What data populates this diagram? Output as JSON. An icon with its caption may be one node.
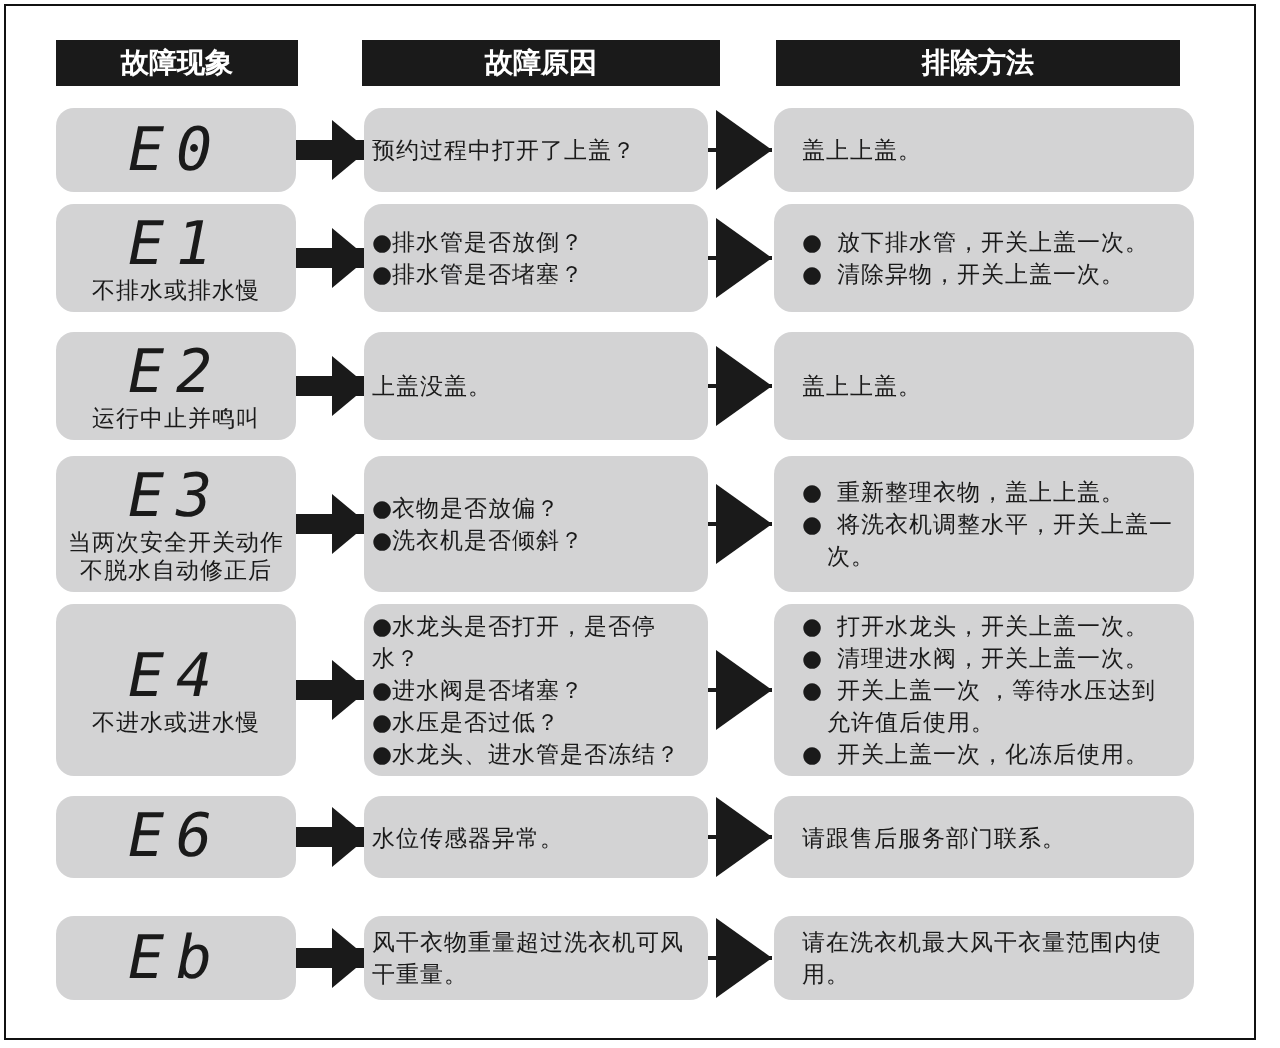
{
  "diagram": {
    "nodes": [
      {
        "text": [
          "故障现象"
        ]
      },
      {
        "text": [
          "故障原因"
        ]
      },
      {
        "text": [
          "排除方法"
        ]
      },
      {
        "text": [
          "E0"
        ]
      },
      {
        "text": [
          "预约过程中打开了上盖？"
        ]
      },
      {
        "text": [
          "盖上上盖。"
        ]
      },
      {
        "text": [
          "E1",
          "不排水或排水慢"
        ]
      },
      {
        "text": [
          "●排水管是否放倒？",
          "●排水管是否堵塞？"
        ]
      },
      {
        "text": [
          "●  放下排水管，开关上盖一次。",
          "●  清除异物，开关上盖一次。"
        ]
      },
      {
        "text": [
          "E2",
          "运行中止并鸣叫"
        ]
      },
      {
        "text": [
          "上盖没盖。"
        ]
      },
      {
        "text": [
          "盖上上盖。"
        ]
      },
      {
        "text": [
          "E3",
          "当两次安全开关动作不脱水自动修正后"
        ]
      },
      {
        "text": [
          "●衣物是否放偏？",
          "●洗衣机是否倾斜？"
        ]
      },
      {
        "text": [
          "●  重新整理衣物，盖上上盖。",
          "●  将洗衣机调整水平，开关上盖一次。"
        ]
      },
      {
        "text": [
          "E4",
          "不进水或进水慢"
        ]
      },
      {
        "text": [
          "●水龙头是否打开，是否停水？",
          "●进水阀是否堵塞？",
          "●水压是否过低？",
          "●水龙头、进水管是否冻结？"
        ]
      },
      {
        "text": [
          "●  打开水龙头，开关上盖一次。",
          "●  清理进水阀，开关上盖一次。",
          "●  开关上盖一次 ，等待水压达到允许值后使用。",
          "●  开关上盖一次，化冻后使用。"
        ]
      },
      {
        "text": [
          "E6"
        ]
      },
      {
        "text": [
          "水位传感器异常。"
        ]
      },
      {
        "text": [
          "请跟售后服务部门联系。"
        ]
      },
      {
        "text": [
          "Eb"
        ]
      },
      {
        "text": [
          "风干衣物重量超过洗衣机可风干重量。"
        ]
      },
      {
        "text": [
          "请在洗衣机最大风干衣量范围内使用。"
        ]
      }
    ],
    "edges": [
      {
        "from": 3,
        "to": 4,
        "arrow": "to",
        "style": "thick"
      },
      {
        "from": 4,
        "to": 5,
        "arrow": "to"
      },
      {
        "from": 6,
        "to": 7,
        "arrow": "to",
        "style": "thick"
      },
      {
        "from": 7,
        "to": 8,
        "arrow": "to"
      },
      {
        "from": 9,
        "to": 10,
        "arrow": "to",
        "style": "thick"
      },
      {
        "from": 10,
        "to": 11,
        "arrow": "to"
      },
      {
        "from": 12,
        "to": 13,
        "arrow": "to",
        "style": "thick"
      },
      {
        "from": 13,
        "to": 14,
        "arrow": "to"
      },
      {
        "from": 15,
        "to": 16,
        "arrow": "to",
        "style": "thick"
      },
      {
        "from": 16,
        "to": 17,
        "arrow": "to"
      },
      {
        "from": 18,
        "to": 19,
        "arrow": "to",
        "style": "thick"
      },
      {
        "from": 19,
        "to": 20,
        "arrow": "to"
      },
      {
        "from": 21,
        "to": 22,
        "arrow": "to",
        "style": "thick"
      },
      {
        "from": 22,
        "to": 23,
        "arrow": "to"
      }
    ]
  }
}
